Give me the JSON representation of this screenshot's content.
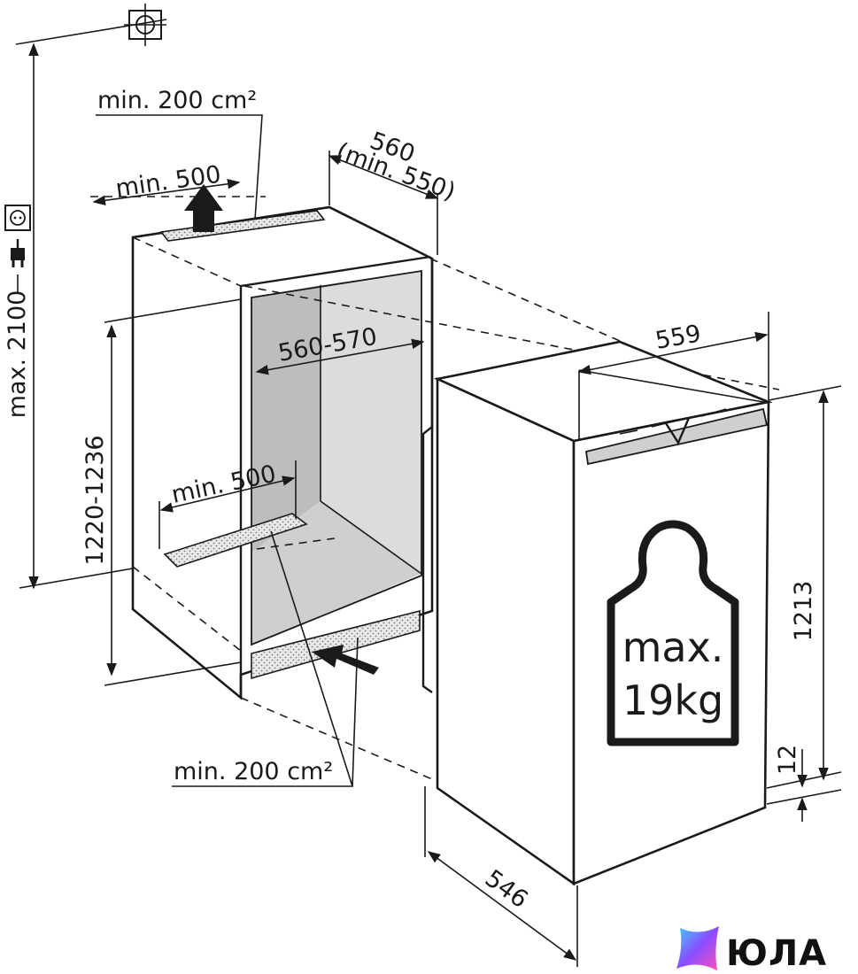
{
  "diagram": {
    "labels": {
      "vent_top_area": "min. 200 cm²",
      "vent_top_width": "min. 500",
      "depth_niche_line1": "560",
      "depth_niche_line2": "(min. 550)",
      "niche_width": "560-570",
      "appliance_width": "559",
      "max_height": "max. 2100",
      "niche_height": "1220-1236",
      "vent_bottom_width": "min. 500",
      "vent_bottom_area": "min. 200 cm²",
      "appliance_height": "1213",
      "gap": "12",
      "appliance_depth": "546",
      "weight_line1": "max.",
      "weight_line2": "19kg"
    },
    "icons": {
      "top_icon": "ceiling-mount-icon",
      "socket_icon": "power-socket-icon",
      "plug_icon": "power-plug-icon",
      "weight_icon": "weight-icon"
    },
    "logo": {
      "text": "ЮЛА",
      "colors": [
        "#3fd0ff",
        "#8a4dff",
        "#ff4fb8"
      ]
    }
  }
}
